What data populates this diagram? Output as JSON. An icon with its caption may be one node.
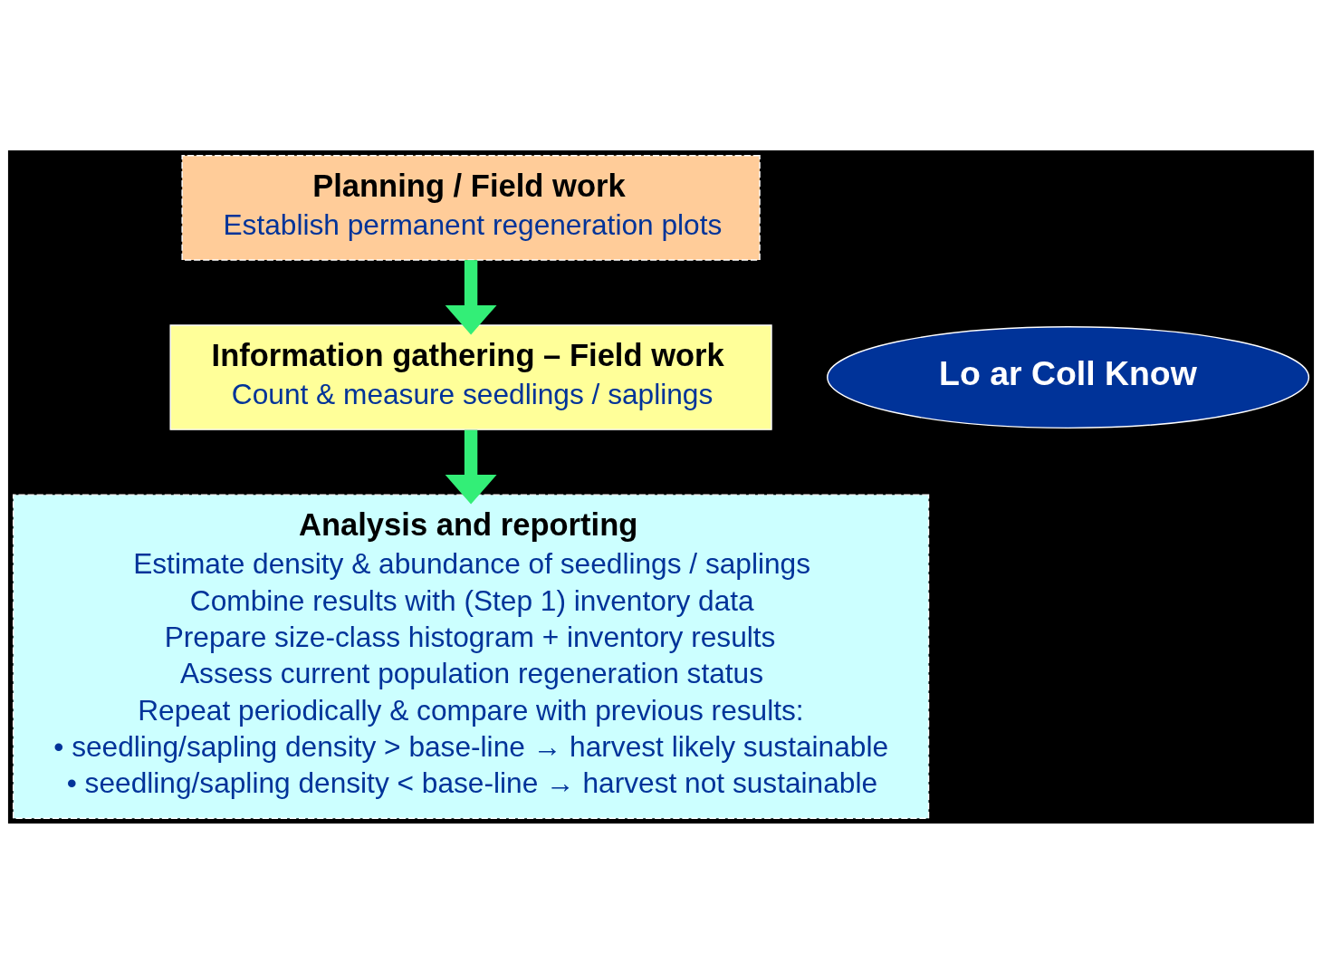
{
  "diagram": {
    "nodes": [
      {
        "text": [
          "Planning / Field work",
          "Establish permanent regeneration plots"
        ]
      },
      {
        "text": [
          "Information gathering – Field work",
          "Count & measure seedlings / saplings"
        ]
      },
      {
        "text": [
          "Analysis and reporting",
          "Estimate density & abundance of seedlings / saplings",
          "Combine results with (Step 1) inventory data",
          "Prepare size-class histogram + inventory results",
          "Assess current population regeneration status",
          "Repeat periodically & compare with previous results:",
          "• seedling/sapling density > base-line → harvest likely sustainable",
          "• seedling/sapling density < base-line → harvest not sustainable"
        ]
      },
      {
        "text": [
          "Lo ar Coll Know"
        ]
      }
    ],
    "edges": [
      {
        "from": 0,
        "to": 1,
        "arrow": "to"
      },
      {
        "from": 1,
        "to": 2,
        "arrow": "to"
      }
    ]
  }
}
